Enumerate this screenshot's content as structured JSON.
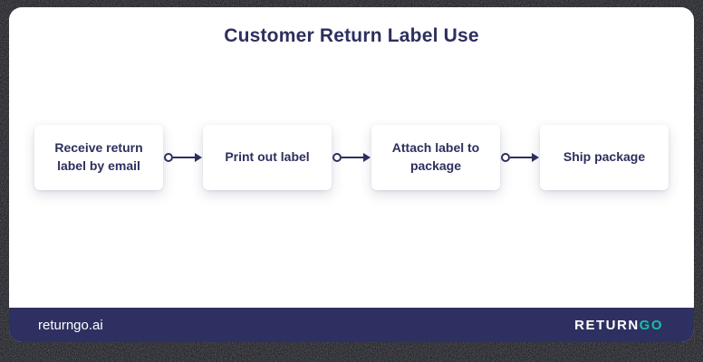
{
  "title": "Customer Return Label Use",
  "flow": {
    "steps": [
      {
        "label": "Receive return label by email"
      },
      {
        "label": "Print out label"
      },
      {
        "label": "Attach label to package"
      },
      {
        "label": "Ship package"
      }
    ]
  },
  "footer": {
    "site": "returngo.ai",
    "brand_first": "RETURN",
    "brand_second": "GO"
  },
  "colors": {
    "navy_text": "#2d2f5e",
    "footer_background": "#2e3061",
    "brand_accent_teal": "#18bfa4",
    "card_background": "#ffffff",
    "border_noise_base": "#08080f"
  }
}
